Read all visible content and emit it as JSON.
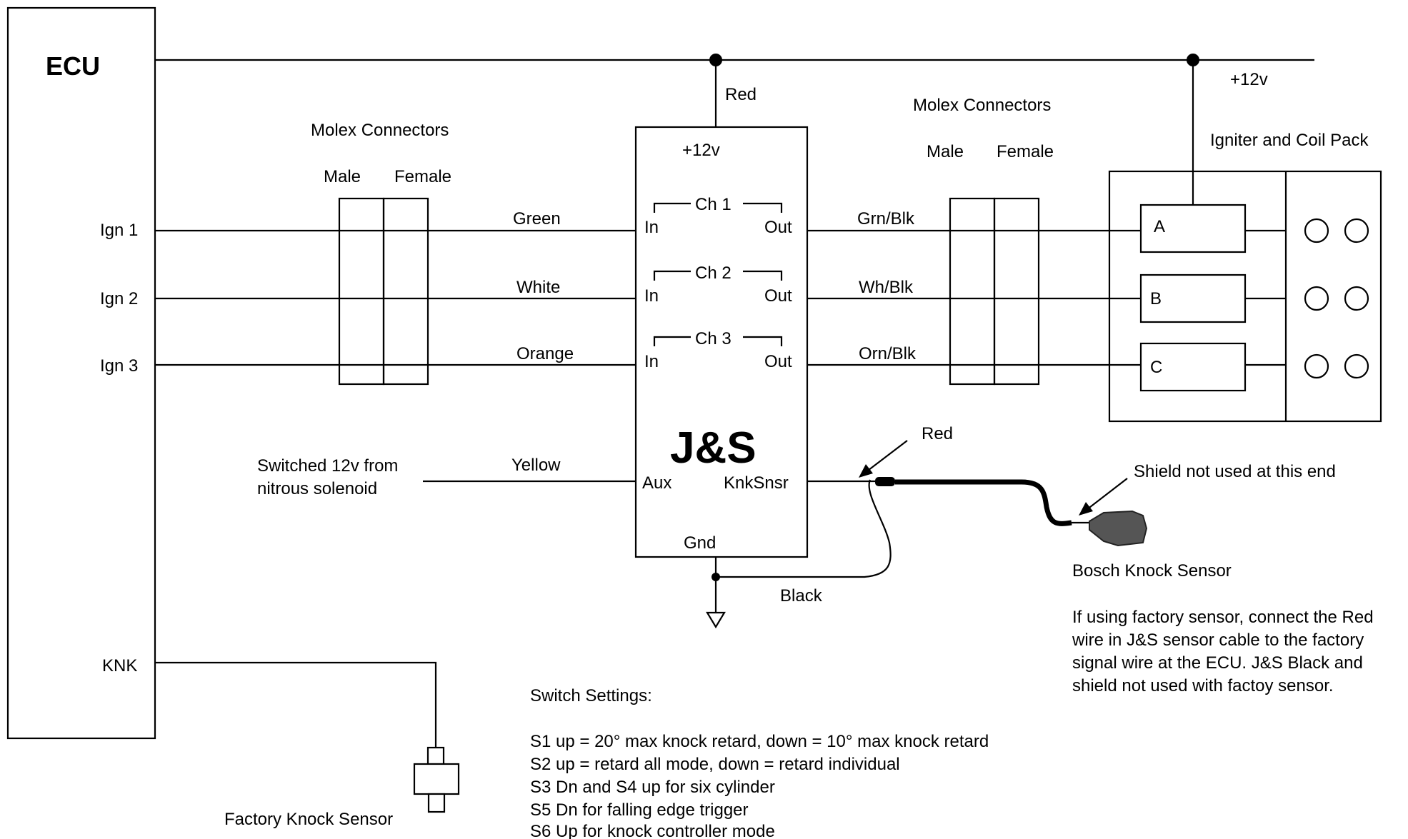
{
  "ecu": {
    "title": "ECU",
    "ign1": "Ign 1",
    "ign2": "Ign 2",
    "ign3": "Ign 3",
    "knk": "KNK"
  },
  "molex_left": {
    "title": "Molex Connectors",
    "male": "Male",
    "female": "Female"
  },
  "molex_right": {
    "title": "Molex Connectors",
    "male": "Male",
    "female": "Female"
  },
  "wires": {
    "top_red": "Red",
    "green": "Green",
    "white": "White",
    "orange": "Orange",
    "yellow": "Yellow",
    "grn_blk": "Grn/Blk",
    "wh_blk": "Wh/Blk",
    "orn_blk": "Orn/Blk",
    "sensor_red": "Red",
    "black": "Black"
  },
  "js": {
    "logo": "J&S",
    "plus12v": "+12v",
    "ch1": "Ch 1",
    "ch2": "Ch 2",
    "ch3": "Ch 3",
    "in": "In",
    "out": "Out",
    "aux": "Aux",
    "knksnsr": "KnkSnsr",
    "gnd": "Gnd"
  },
  "supply_label": "+12v",
  "igniter": {
    "title": "Igniter and Coil Pack",
    "a": "A",
    "b": "B",
    "c": "C"
  },
  "aux_source": {
    "line1": "Switched 12v  from",
    "line2": "nitrous solenoid"
  },
  "bosch": {
    "shield_note": "Shield not used at this end",
    "name": "Bosch Knock Sensor",
    "note_lines": [
      "If using factory sensor, connect the Red",
      "wire in J&S sensor cable to the factory",
      "signal wire at the ECU.  J&S Black and",
      "shield not used with factoy sensor."
    ]
  },
  "factory_sensor": "Factory Knock Sensor",
  "switch_settings": {
    "title": "Switch Settings:",
    "lines": [
      "S1 up = 20° max knock retard, down = 10° max knock retard",
      "S2 up = retard all mode, down = retard individual",
      "S3 Dn and S4 up for six cylinder",
      "S5 Dn for falling edge trigger",
      "S6 Up for knock controller mode"
    ]
  }
}
